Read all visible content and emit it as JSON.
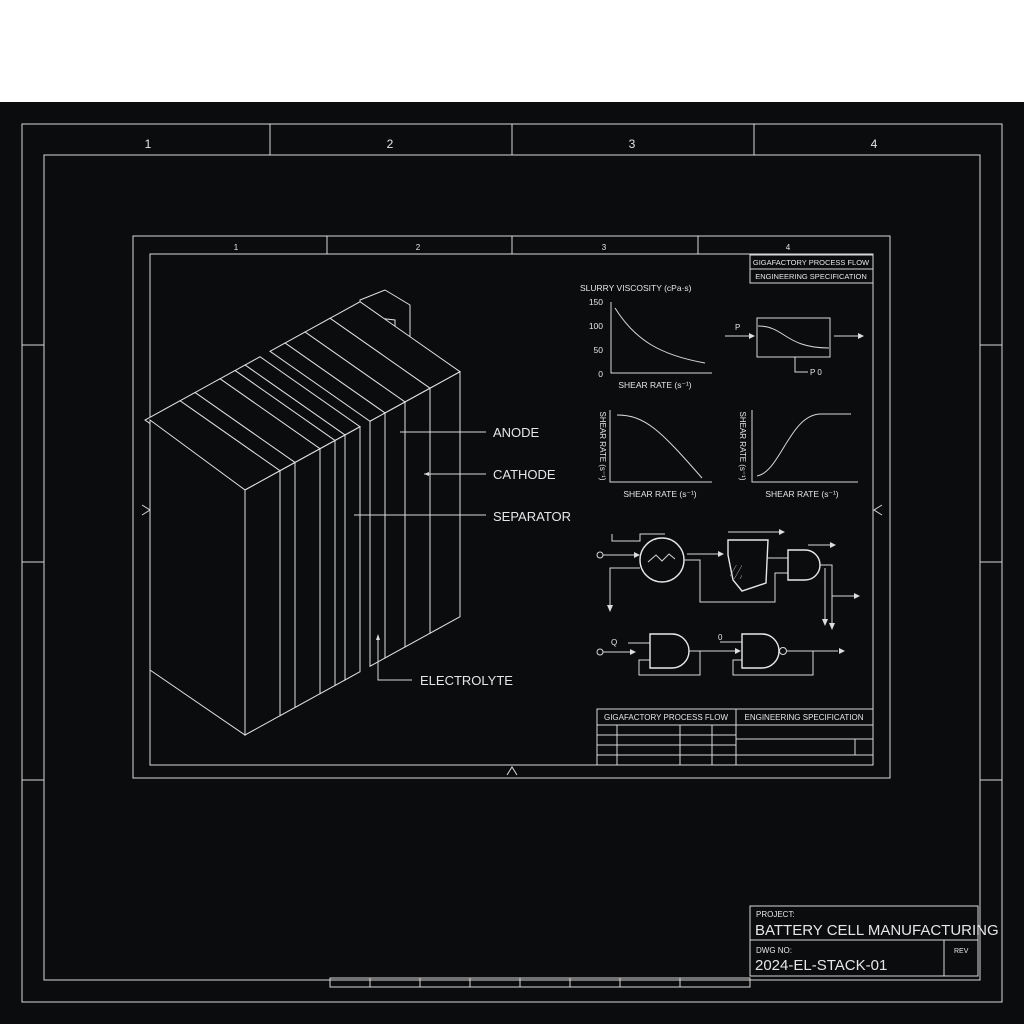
{
  "zones_outer": [
    "1",
    "2",
    "3",
    "4"
  ],
  "zones_inner": [
    "1",
    "2",
    "3",
    "4"
  ],
  "callouts": {
    "anode": "ANODE",
    "cathode": "CATHODE",
    "separator": "SEPARATOR",
    "electrolyte": "ELECTROLYTE"
  },
  "header_box": {
    "line1": "GIGAFACTORY PROCESS FLOW",
    "line2": "ENGINEERING SPECIFICATION"
  },
  "viscosity_chart": {
    "title": "SLURRY VISCOSITY (cPa·s)",
    "yticks": [
      "150",
      "100",
      "50",
      "0"
    ],
    "xlabel": "SHEAR RATE (s⁻¹)"
  },
  "chart2": {
    "ylabel": "SHEAR RATE (s⁻¹)",
    "xlabel": "SHEAR RATE (s⁻¹)"
  },
  "chart3": {
    "ylabel": "SHEAR RATE (s⁻¹)",
    "xlabel": "SHEAR RATE (s⁻¹)"
  },
  "process_box": {
    "in_label": "P",
    "out_label": "P 0"
  },
  "flow": {
    "label_q": "Q",
    "label_o": "0"
  },
  "spec_table": {
    "left_title": "GIGAFACTORY PROCESS FLOW",
    "right_title": "ENGINEERING SPECIFICATION"
  },
  "title_block": {
    "project_label": "PROJECT:",
    "project": "BATTERY CELL MANUFACTURING",
    "dwg_label": "DWG NO:",
    "dwg_no": "2024-EL-STACK-01",
    "rev_label": "REV"
  }
}
